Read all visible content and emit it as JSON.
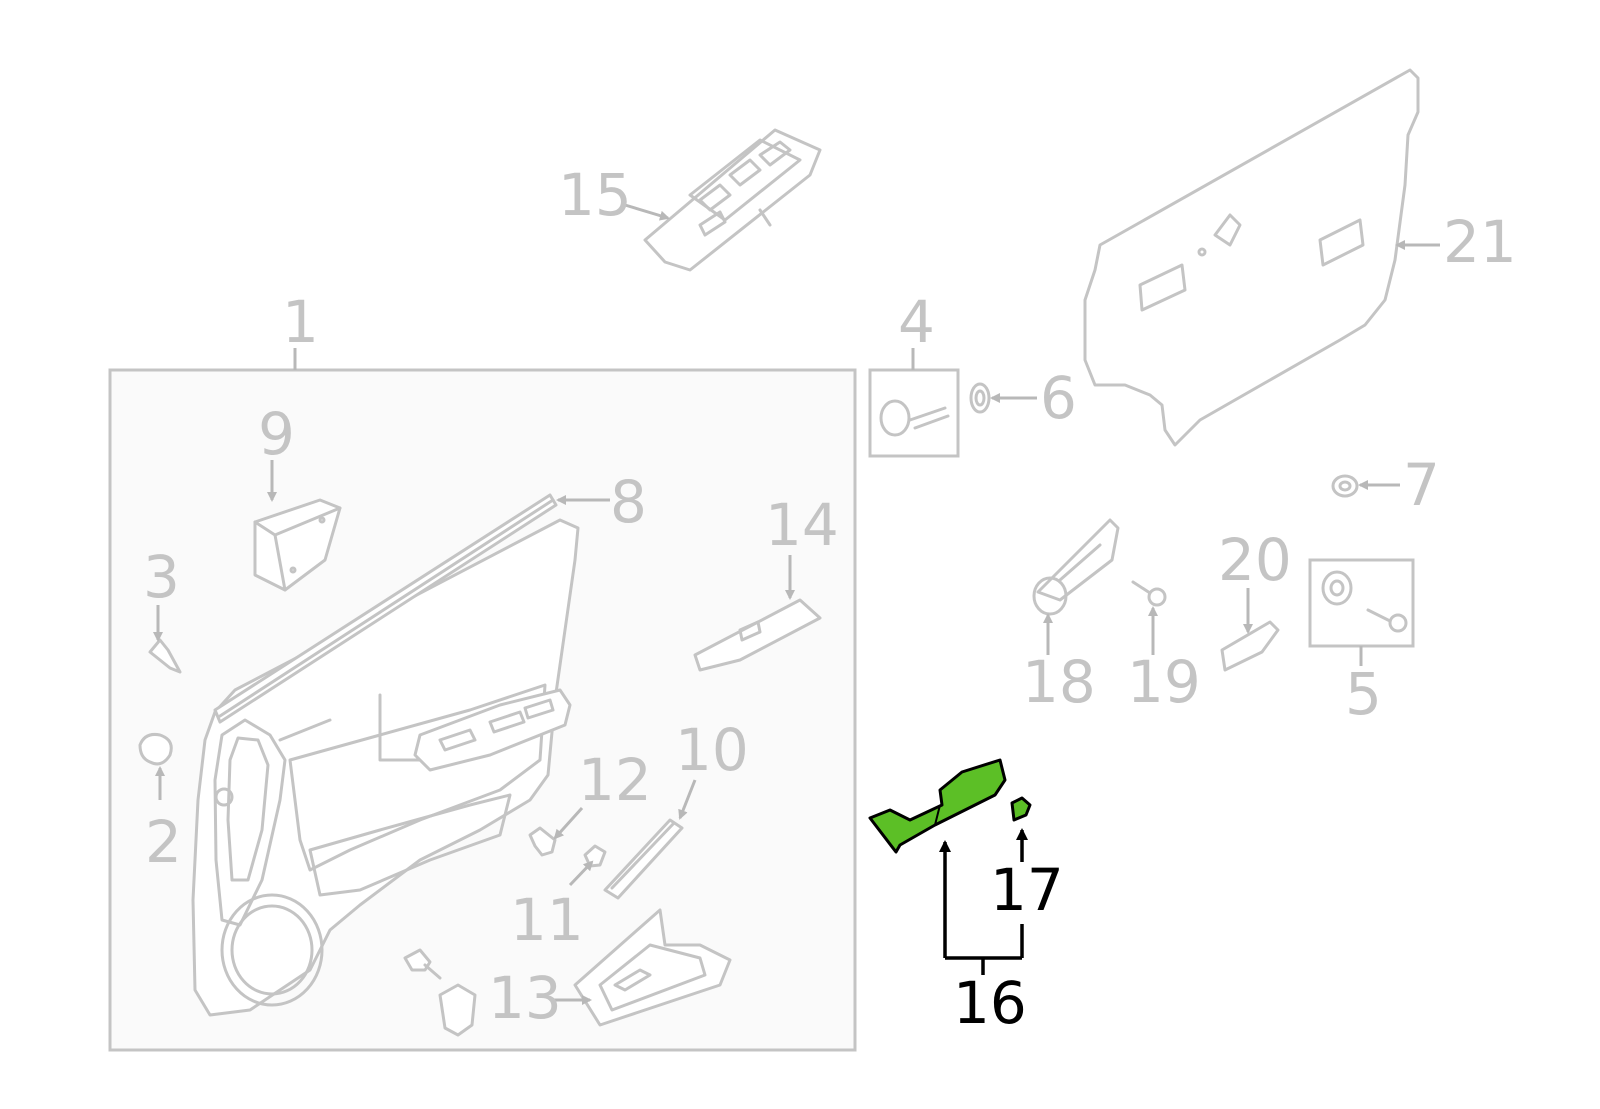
{
  "diagram": {
    "highlight_color": "#5cbf26",
    "muted_color": "#c4c4c4",
    "labels": [
      {
        "id": "1",
        "text": "1"
      },
      {
        "id": "2",
        "text": "2"
      },
      {
        "id": "3",
        "text": "3"
      },
      {
        "id": "4",
        "text": "4"
      },
      {
        "id": "5",
        "text": "5"
      },
      {
        "id": "6",
        "text": "6"
      },
      {
        "id": "7",
        "text": "7"
      },
      {
        "id": "8",
        "text": "8"
      },
      {
        "id": "9",
        "text": "9"
      },
      {
        "id": "10",
        "text": "10"
      },
      {
        "id": "11",
        "text": "11"
      },
      {
        "id": "12",
        "text": "12"
      },
      {
        "id": "13",
        "text": "13"
      },
      {
        "id": "14",
        "text": "14"
      },
      {
        "id": "15",
        "text": "15"
      },
      {
        "id": "16",
        "text": "16"
      },
      {
        "id": "17",
        "text": "17"
      },
      {
        "id": "18",
        "text": "18"
      },
      {
        "id": "19",
        "text": "19"
      },
      {
        "id": "20",
        "text": "20"
      },
      {
        "id": "21",
        "text": "21"
      }
    ],
    "highlighted_parts": [
      "16",
      "17"
    ]
  }
}
